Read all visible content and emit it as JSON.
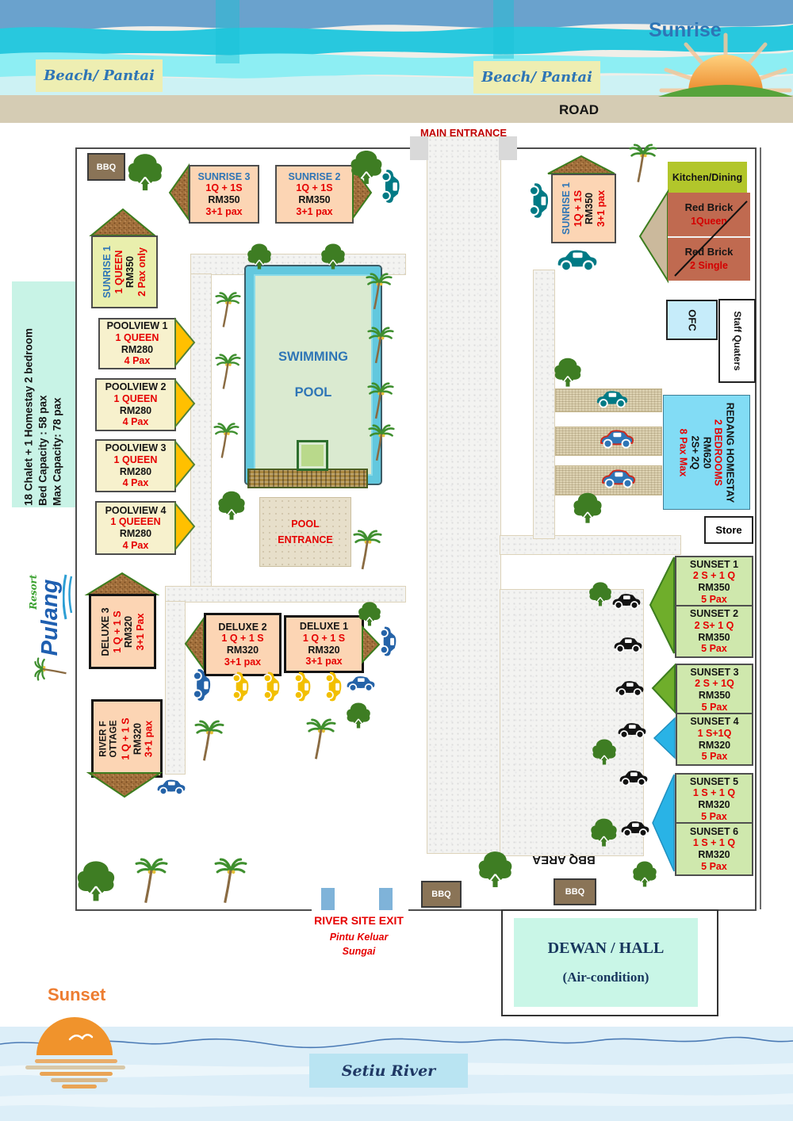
{
  "scene": {
    "sunrise_label": "Sunrise",
    "sunset_label": "Sunset",
    "beach_left": "Beach/ Pantai",
    "beach_right": "Beach/ Pantai",
    "road": "ROAD",
    "main_entrance": "MAIN ENTRANCE",
    "river_label": "Setiu River",
    "bbq_area": "BBQ AREA"
  },
  "exit": {
    "title": "RIVER SITE EXIT",
    "line1": "Pintu Keluar",
    "line2": "Sungai"
  },
  "info": {
    "line1": "18 Chalet + 1 Homestay 2 bedroom",
    "line2": "Bed Capacity : 58 pax",
    "line3": "Max Capacity: 78 pax"
  },
  "logo": {
    "name": "Pulang",
    "sub": "Resort"
  },
  "pool": {
    "name_l1": "SWIMMING",
    "name_l2": "POOL",
    "entrance_l1": "POOL",
    "entrance_l2": "ENTRANCE"
  },
  "facilities": {
    "bbq": "BBQ",
    "kitchen": "Kitchen/Dining",
    "ofc": "OFC",
    "staff_quarters": "Staff Quaters",
    "store": "Store",
    "hall_title": "DEWAN /  HALL",
    "hall_sub": "(Air-condition)"
  },
  "red_brick": {
    "unit1_name": "Red Brick",
    "unit1_beds": "1Queen",
    "unit2_name": "Red Brick",
    "unit2_beds": "2 Single"
  },
  "homestay": {
    "name": "REDANG HOMESTAY",
    "rooms": "2 BEDROOMS",
    "price": "RM620",
    "beds": "2S+ 2Q",
    "pax": "8 Pax Max"
  },
  "chalets": {
    "sunrise3": {
      "name": "SUNRISE 3",
      "beds": "1Q + 1S",
      "price": "RM350",
      "pax": "3+1 pax"
    },
    "sunrise2": {
      "name": "SUNRISE  2",
      "beds": "1Q + 1S",
      "price": "RM350",
      "pax": "3+1 pax"
    },
    "sunrise1_left": {
      "name": "SUNRISE 1",
      "beds": "1 QUEEN",
      "price": "RM350",
      "pax": "2 Pax only"
    },
    "sunrise1_right": {
      "name": "SUNRISE 1",
      "beds": "1Q + 1S",
      "price": "RM350",
      "pax": "3+1 pax"
    },
    "poolview1": {
      "name": "POOLVIEW 1",
      "beds": "1 QUEEN",
      "price": "RM280",
      "pax": "4 Pax"
    },
    "poolview2": {
      "name": "POOLVIEW 2",
      "beds": "1 QUEEN",
      "price": "RM280",
      "pax": "4 Pax"
    },
    "poolview3": {
      "name": "POOLVIEW 3",
      "beds": "1 QUEEN",
      "price": "RM280",
      "pax": "4 Pax"
    },
    "poolview4": {
      "name": "POOLVIEW 4",
      "beds": "1 QUEEEN",
      "price": "RM280",
      "pax": "4 Pax"
    },
    "deluxe3": {
      "name": "DELUXE 3",
      "beds": "1 Q + 1 S",
      "price": "RM320",
      "pax": "3+1 Pax"
    },
    "deluxe2": {
      "name": "DELUXE 2",
      "beds": "1 Q + 1 S",
      "price": "RM320",
      "pax": "3+1 pax"
    },
    "deluxe1": {
      "name": "DELUXE 1",
      "beds": "1 Q + 1 S",
      "price": "RM320",
      "pax": "3+1 pax"
    },
    "river_cottage": {
      "name": "RIVER F OTTAGE",
      "beds": "1 Q + 1 S",
      "price": "RM320",
      "pax": "3+1 pax"
    },
    "sunset1": {
      "name": "SUNSET  1",
      "beds": "2 S + 1 Q",
      "price": "RM350",
      "pax": "5 Pax"
    },
    "sunset2": {
      "name": "SUNSET 2",
      "beds": "2 S+ 1 Q",
      "price": "RM350",
      "pax": "5 Pax"
    },
    "sunset3": {
      "name": "SUNSET  3",
      "beds": "2 S + 1Q",
      "price": "RM350",
      "pax": "5 Pax"
    },
    "sunset4": {
      "name": "SUNSET 4",
      "beds": "1 S+1Q",
      "price": "RM320",
      "pax": "5 Pax"
    },
    "sunset5": {
      "name": "SUNSET  5",
      "beds": "1 S + 1 Q",
      "price": "RM320",
      "pax": "5 Pax"
    },
    "sunset6": {
      "name": "SUNSET 6",
      "beds": "1 S + 1 Q",
      "price": "RM320",
      "pax": "5 Pax"
    }
  }
}
